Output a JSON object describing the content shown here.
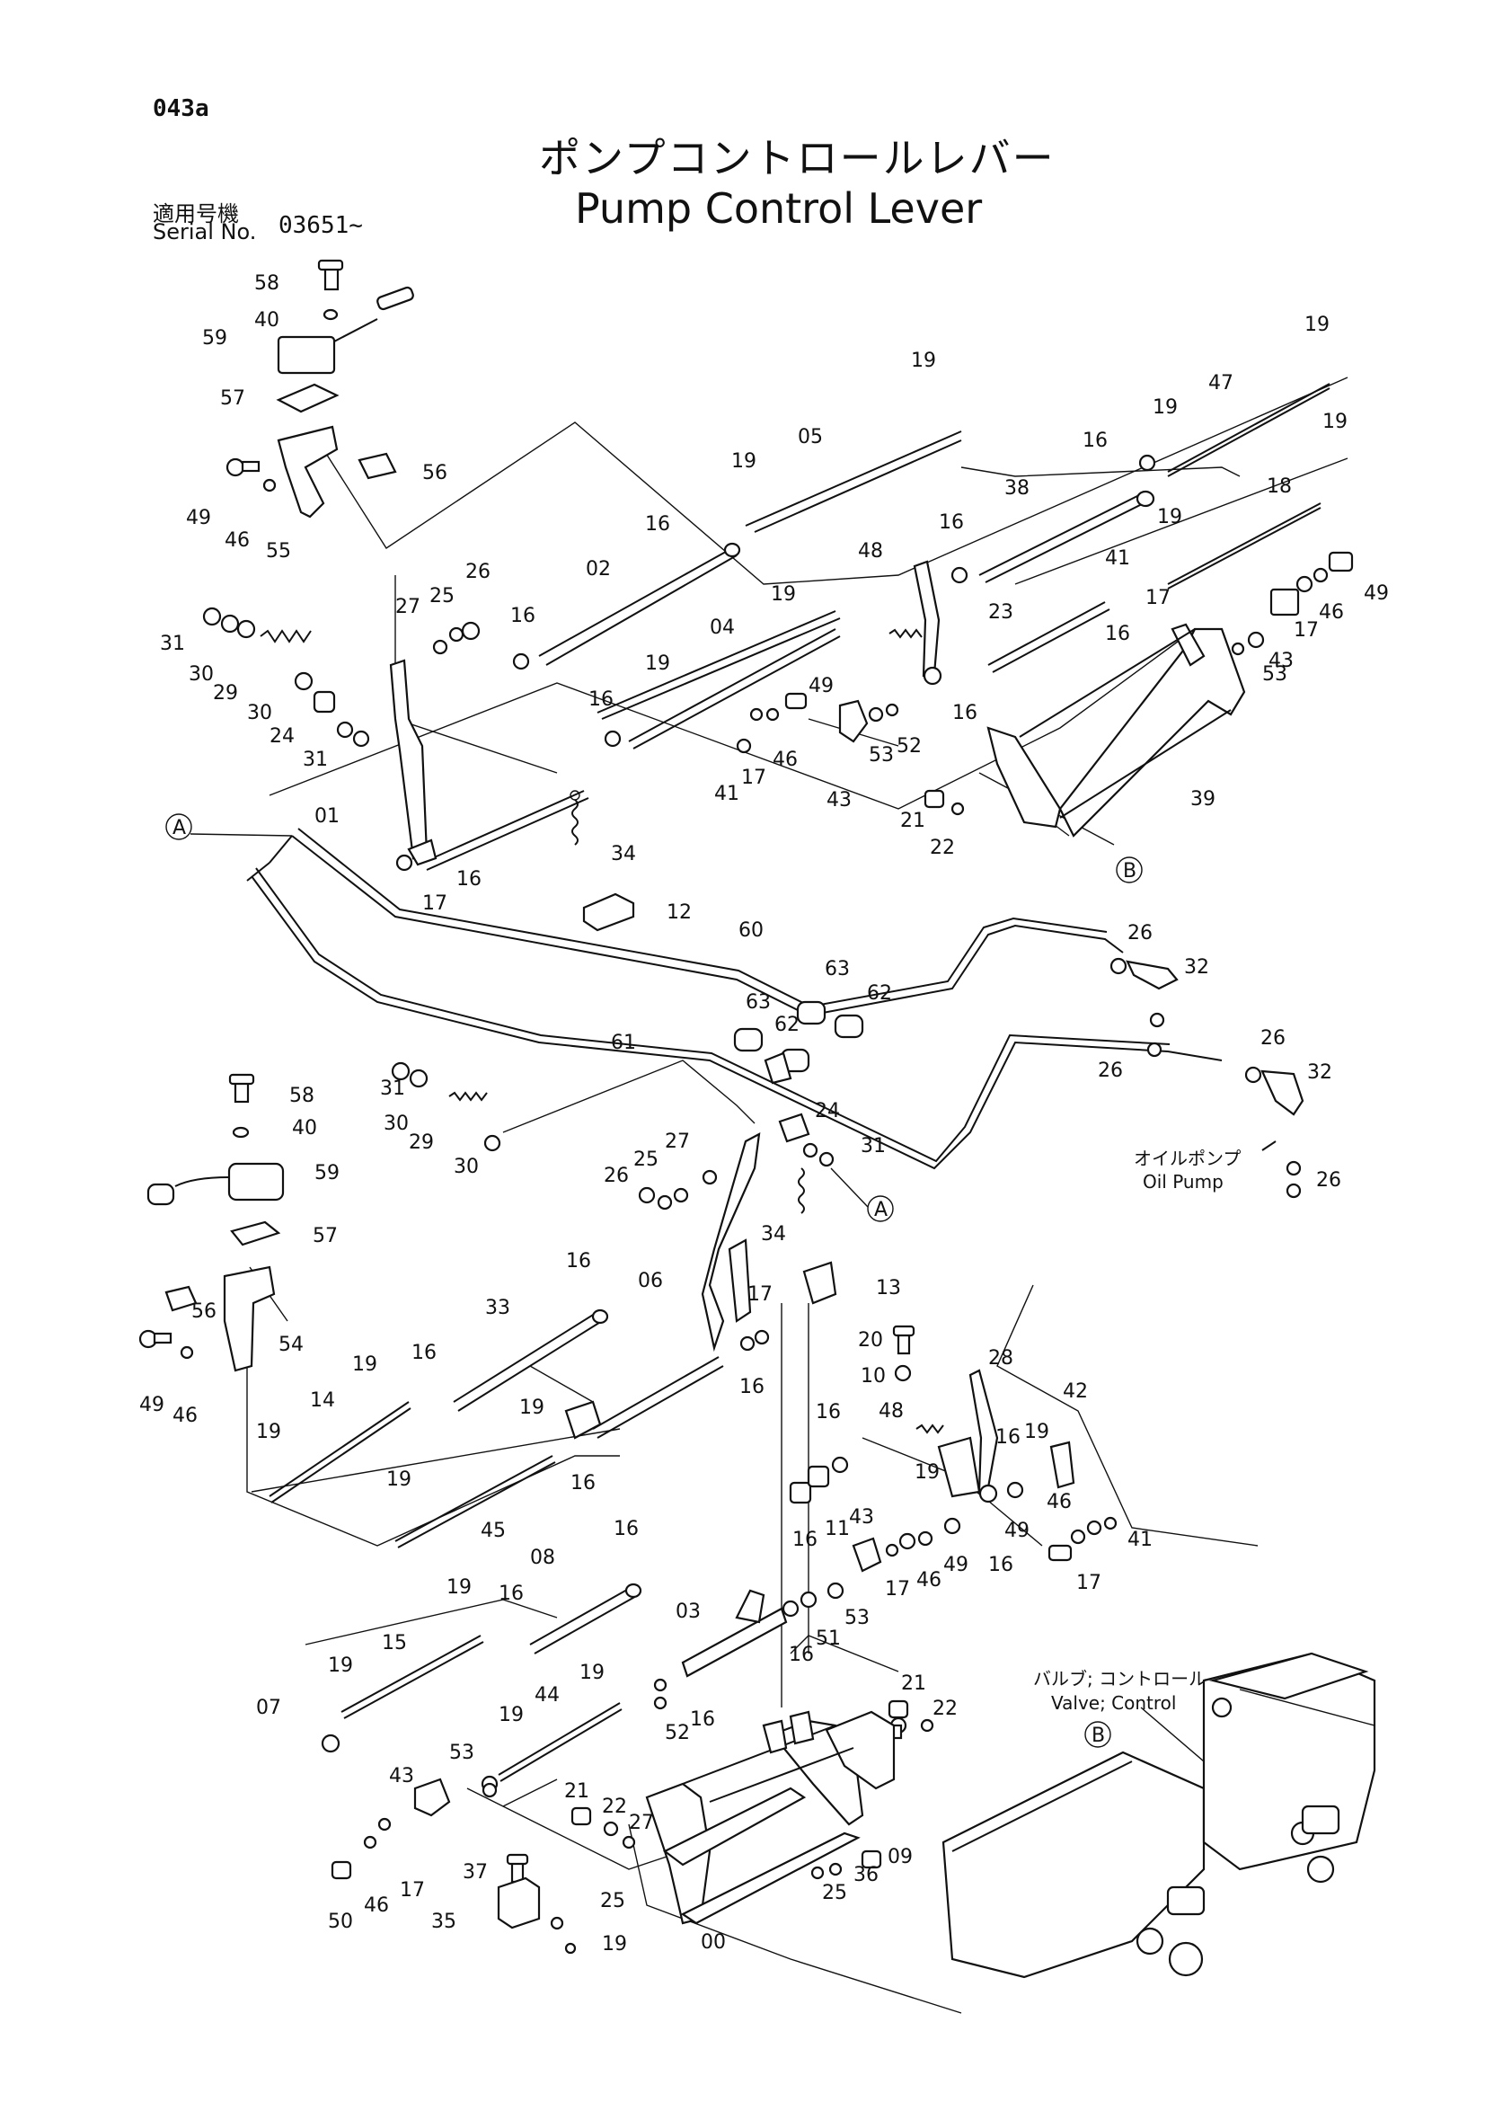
{
  "header": {
    "page_code": "043a",
    "title_jp": "ポンプコントロールレバー",
    "title_en": "Pump Control Lever",
    "serial_label_jp": "適用号機",
    "serial_label_en": "Serial No.",
    "serial_value": "03651~"
  },
  "callouts": {
    "oil_pump_jp": "オイルポンプ",
    "oil_pump_en": "Oil Pump",
    "valve_jp": "バルブ; コントロール",
    "valve_en": "Valve; Control"
  },
  "ref_markers": [
    "A",
    "B"
  ],
  "part_labels": {
    "p58a": "58",
    "p40a": "40",
    "p59a": "59",
    "p57a": "57",
    "p56a": "56",
    "p49a": "49",
    "p46a": "46",
    "p55": "55",
    "p19a": "19",
    "p05": "05",
    "p19b": "19",
    "p16a": "16",
    "p02": "02",
    "p26a": "26",
    "p27a": "27",
    "p25a": "25",
    "p16b": "16",
    "p31a": "31",
    "p30a": "30",
    "p29a": "29",
    "p30b": "30",
    "p24a": "24",
    "p31b": "31",
    "p01": "01",
    "p17a": "17",
    "p16c": "16",
    "p34a": "34",
    "p12": "12",
    "p19c": "19",
    "p04": "04",
    "p19d": "19",
    "p16d": "16",
    "p48a": "48",
    "p16e": "16",
    "p38": "38",
    "p16f": "16",
    "p19e": "19",
    "p47": "47",
    "p19f": "19",
    "p19g": "19",
    "p18": "18",
    "p19h": "19",
    "p41a": "41",
    "p16g": "16",
    "p17b": "17",
    "p23": "23",
    "p49b": "49",
    "p17c": "17",
    "p46b": "46",
    "p43a": "43",
    "p53a": "53",
    "p39": "39",
    "p49c": "49",
    "p46c": "46",
    "p17d": "17",
    "p41b": "41",
    "p43b": "43",
    "p53b": "53",
    "p52a": "52",
    "p16h": "16",
    "p21a": "21",
    "p22a": "22",
    "p60": "60",
    "p61": "61",
    "p63a": "63",
    "p62a": "62",
    "p63b": "63",
    "p62b": "62",
    "p26b": "26",
    "p32a": "32",
    "p26c": "26",
    "p26d": "26",
    "p32b": "32",
    "p26e": "26",
    "p31c": "31",
    "p30c": "30",
    "p29b": "29",
    "p30d": "30",
    "p58b": "58",
    "p40b": "40",
    "p59b": "59",
    "p57b": "57",
    "p24b": "24",
    "p31d": "31",
    "p27b": "27",
    "p25b": "25",
    "p26f": "26",
    "p34b": "34",
    "p13": "13",
    "p06": "06",
    "p16i": "16",
    "p33": "33",
    "p56b": "56",
    "p54": "54",
    "p49d": "49",
    "p46d": "46",
    "p17e": "17",
    "p16j": "16",
    "p19i": "19",
    "p16k": "16",
    "p14": "14",
    "p19j": "19",
    "p16l": "16",
    "p19k": "19",
    "p45": "45",
    "p20": "20",
    "p10": "10",
    "p28": "28",
    "p42": "42",
    "p48b": "48",
    "p16m": "16",
    "p19l": "19",
    "p19m": "19",
    "p16n": "16",
    "p16o": "16",
    "p11": "11",
    "p43c": "43",
    "p46e": "46",
    "p49e": "49",
    "p16p": "16",
    "p49f": "49",
    "p46f": "46",
    "p17f": "17",
    "p41c": "41",
    "p17g": "17",
    "p16q": "16",
    "p08": "08",
    "p16r": "16",
    "p03": "03",
    "p53c": "53",
    "p51": "51",
    "p16s": "16",
    "p19n": "19",
    "p15": "15",
    "p19o": "19",
    "p07": "07",
    "p19p": "19",
    "p16t": "16",
    "p52b": "52",
    "p19q": "19",
    "p44": "44",
    "p53d": "53",
    "p43d": "43",
    "p21b": "21",
    "p22b": "22",
    "p27c": "27",
    "p37": "37",
    "p17h": "17",
    "p46g": "46",
    "p50": "50",
    "p35": "35",
    "p25c": "25",
    "p19r": "19",
    "p00": "00",
    "p25d": "25",
    "p36": "36",
    "p09": "09",
    "p21c": "21",
    "p22c": "22"
  }
}
